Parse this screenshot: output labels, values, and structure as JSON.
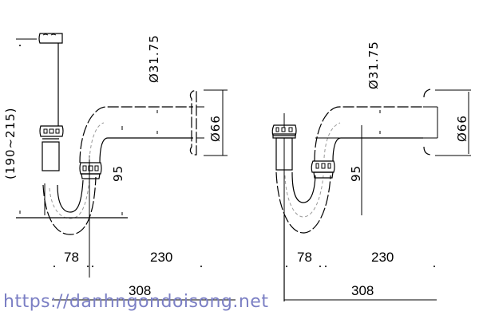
{
  "watermark": {
    "text": "https://danhngondoisong.net",
    "color": "#7b7fc4"
  },
  "left_trap": {
    "label_height_range": "(190~215)",
    "label_pipe_diameter": "Ø31.75",
    "label_flange_diameter": "Ø66",
    "label_vertical_offset": "95",
    "label_dim_78": "78",
    "label_dim_230": "230",
    "label_dim_total": "308"
  },
  "right_trap": {
    "label_pipe_diameter": "Ø31.75",
    "label_flange_diameter": "Ø66",
    "label_vertical_offset": "95",
    "label_dim_78": "78",
    "label_dim_230": "230",
    "label_dim_total": "308"
  },
  "colors": {
    "line": "#000000",
    "background": "#ffffff",
    "centerline": "#999999"
  }
}
